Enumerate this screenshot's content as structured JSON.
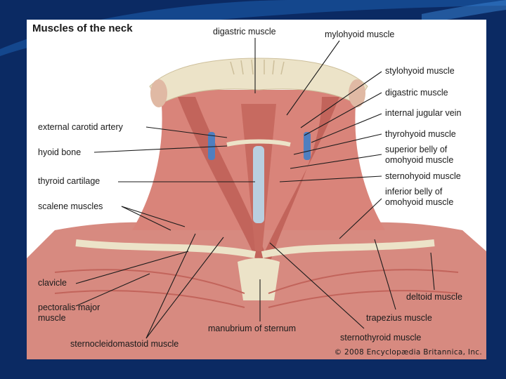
{
  "slide": {
    "bg_color": "#0b2a63",
    "swoosh_color": "#1d5fb0"
  },
  "diagram": {
    "title": "Muscles of the neck",
    "copyright": "© 2008 Encyclopædia Britannica, Inc.",
    "labels": {
      "digastric_top": "digastric muscle",
      "mylohyoid": "mylohyoid muscle",
      "stylohyoid": "stylohyoid muscle",
      "digastric_right": "digastric muscle",
      "internal_jugular": "internal jugular vein",
      "thyrohyoid": "thyrohyoid muscle",
      "superior_omohyoid": "superior belly of omohyoid muscle",
      "sternohyoid": "sternohyoid muscle",
      "inferior_omohyoid": "inferior belly of omohyoid muscle",
      "external_carotid": "external carotid artery",
      "hyoid_bone": "hyoid bone",
      "thyroid_cartilage": "thyroid cartilage",
      "scalene": "scalene muscles",
      "clavicle": "clavicle",
      "pectoralis": "pectoralis major muscle",
      "deltoid": "deltoid muscle",
      "trapezius": "trapezius muscle",
      "manubrium": "manubrium of sternum",
      "sternothyroid": "sternothyroid muscle",
      "sternocleidomastoid": "sternocleidomastoid muscle"
    },
    "colors": {
      "muscle": "#d9847a",
      "muscle_dark": "#b8574f",
      "bone": "#ece3c8",
      "cartilage": "#b9cfe0",
      "vein": "#4f7fc0"
    }
  }
}
